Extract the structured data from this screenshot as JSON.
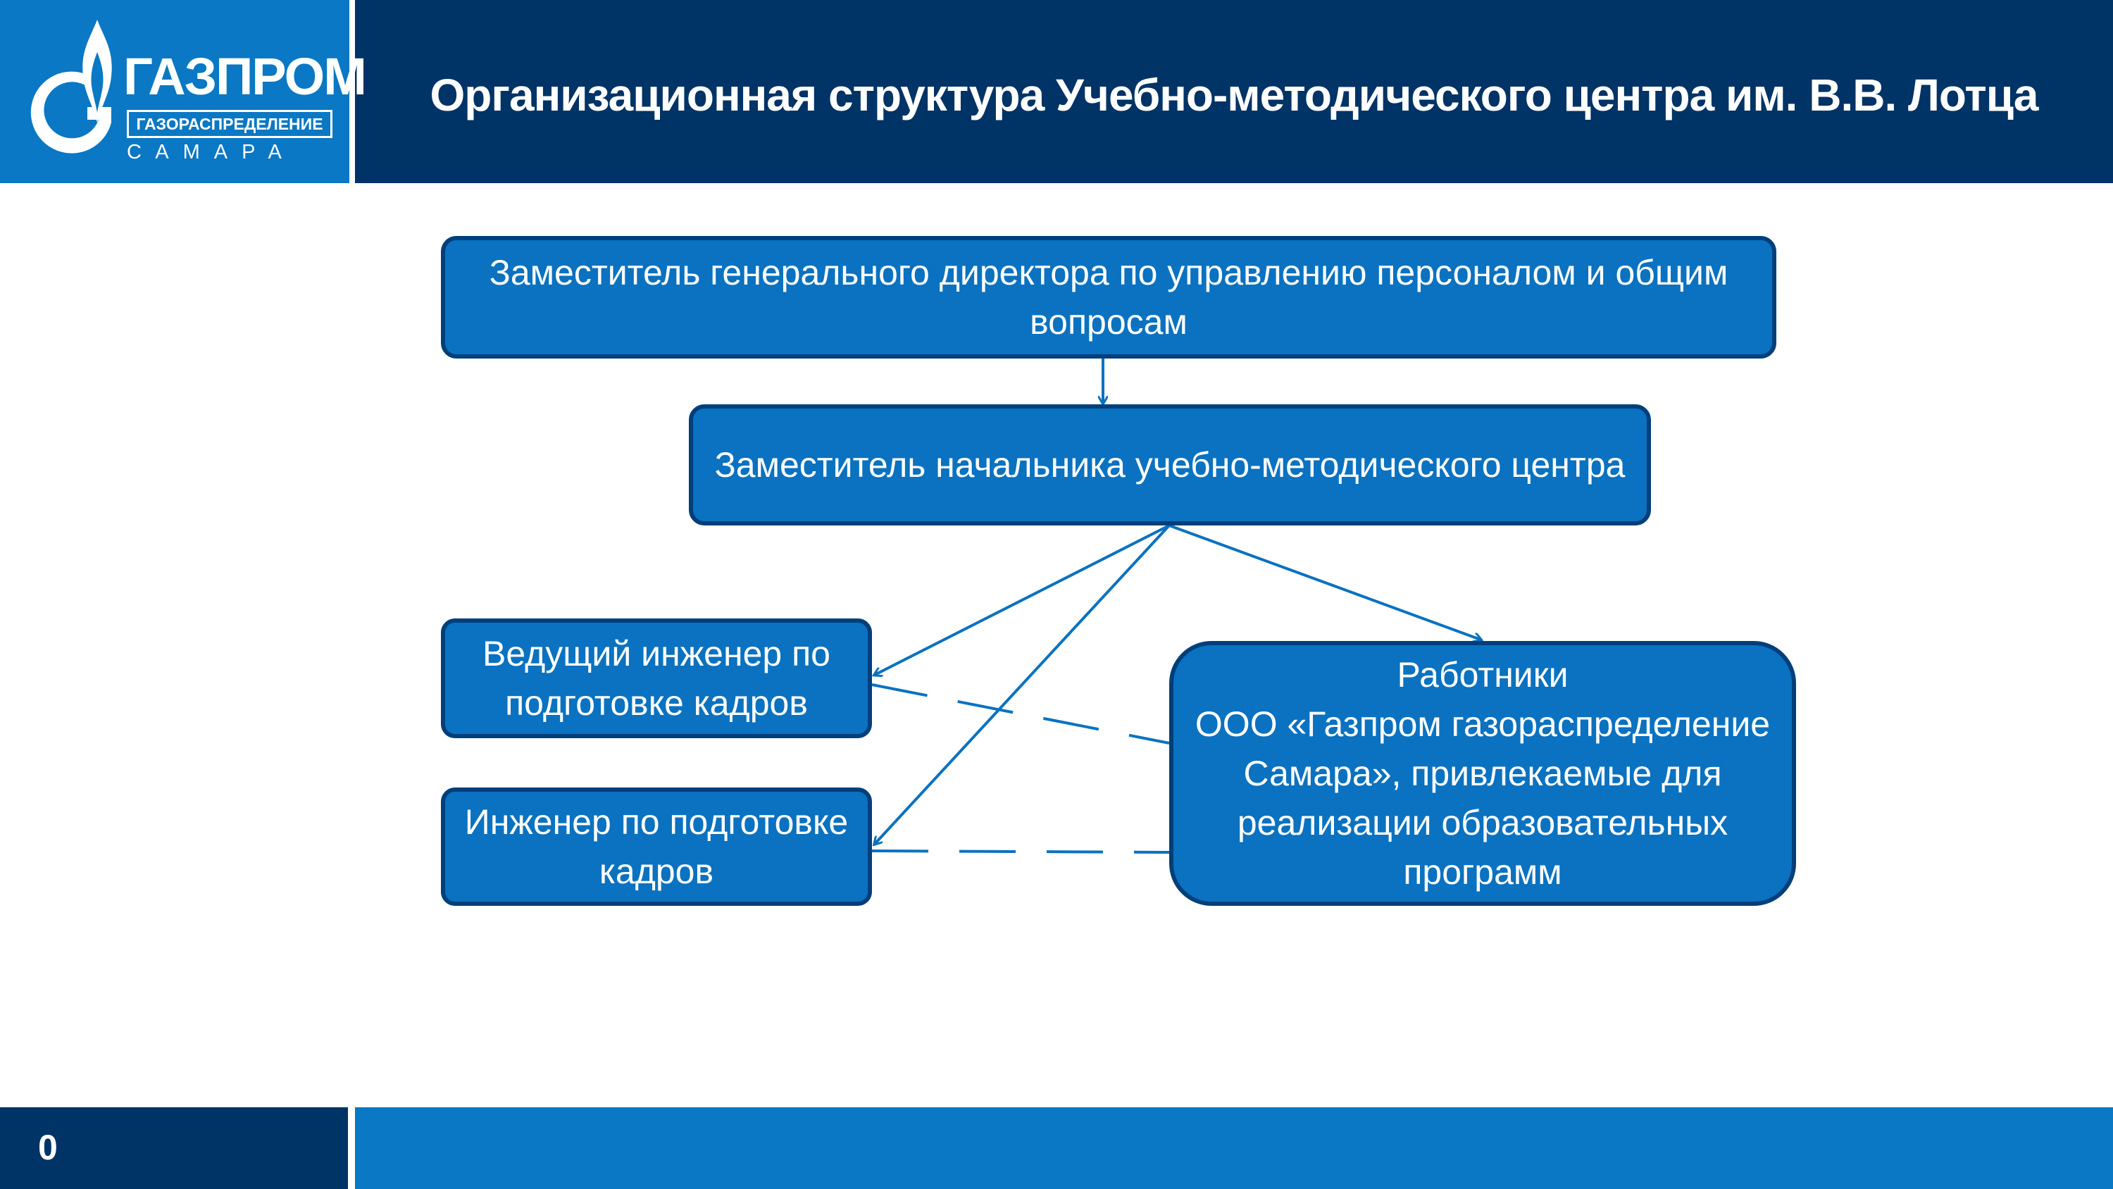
{
  "header": {
    "title": "Организационная структура Учебно-методического центра им. В.В. Лотца",
    "logo": {
      "brand": "ГАЗПРОМ",
      "subtitle": "ГАЗОРАСПРЕДЕЛЕНИЕ",
      "city": "САМАРА",
      "icon": "gazprom-flame-icon"
    }
  },
  "diagram": {
    "nodes": {
      "deputy_gd": "Заместитель генерального директора по управлению персоналом и общим вопросам",
      "deputy_head": "Заместитель начальника учебно-методического центра",
      "lead_engineer": "Ведущий инженер по\nподготовке кадров",
      "engineer": "Инженер по подготовке\nкадров",
      "workers": "Работники\nООО «Газпром газораспределение\nСамара», привлекаемые для\nреализации образовательных\nпрограмм"
    },
    "edges": [
      {
        "from": "deputy_gd",
        "to": "deputy_head",
        "style": "arrow"
      },
      {
        "from": "deputy_head",
        "to": "lead_engineer",
        "style": "arrow"
      },
      {
        "from": "deputy_head",
        "to": "engineer",
        "style": "arrow"
      },
      {
        "from": "deputy_head",
        "to": "workers",
        "style": "arrow"
      },
      {
        "from": "lead_engineer",
        "to": "workers",
        "style": "dashed"
      },
      {
        "from": "engineer",
        "to": "workers",
        "style": "dashed"
      }
    ],
    "colors": {
      "node_fill": "#0a72c0",
      "node_border": "#003f7a",
      "connector": "#0a72c0"
    }
  },
  "footer": {
    "page_number": "0"
  },
  "colors": {
    "header_dark": "#003366",
    "brand_blue": "#0a78c4"
  }
}
